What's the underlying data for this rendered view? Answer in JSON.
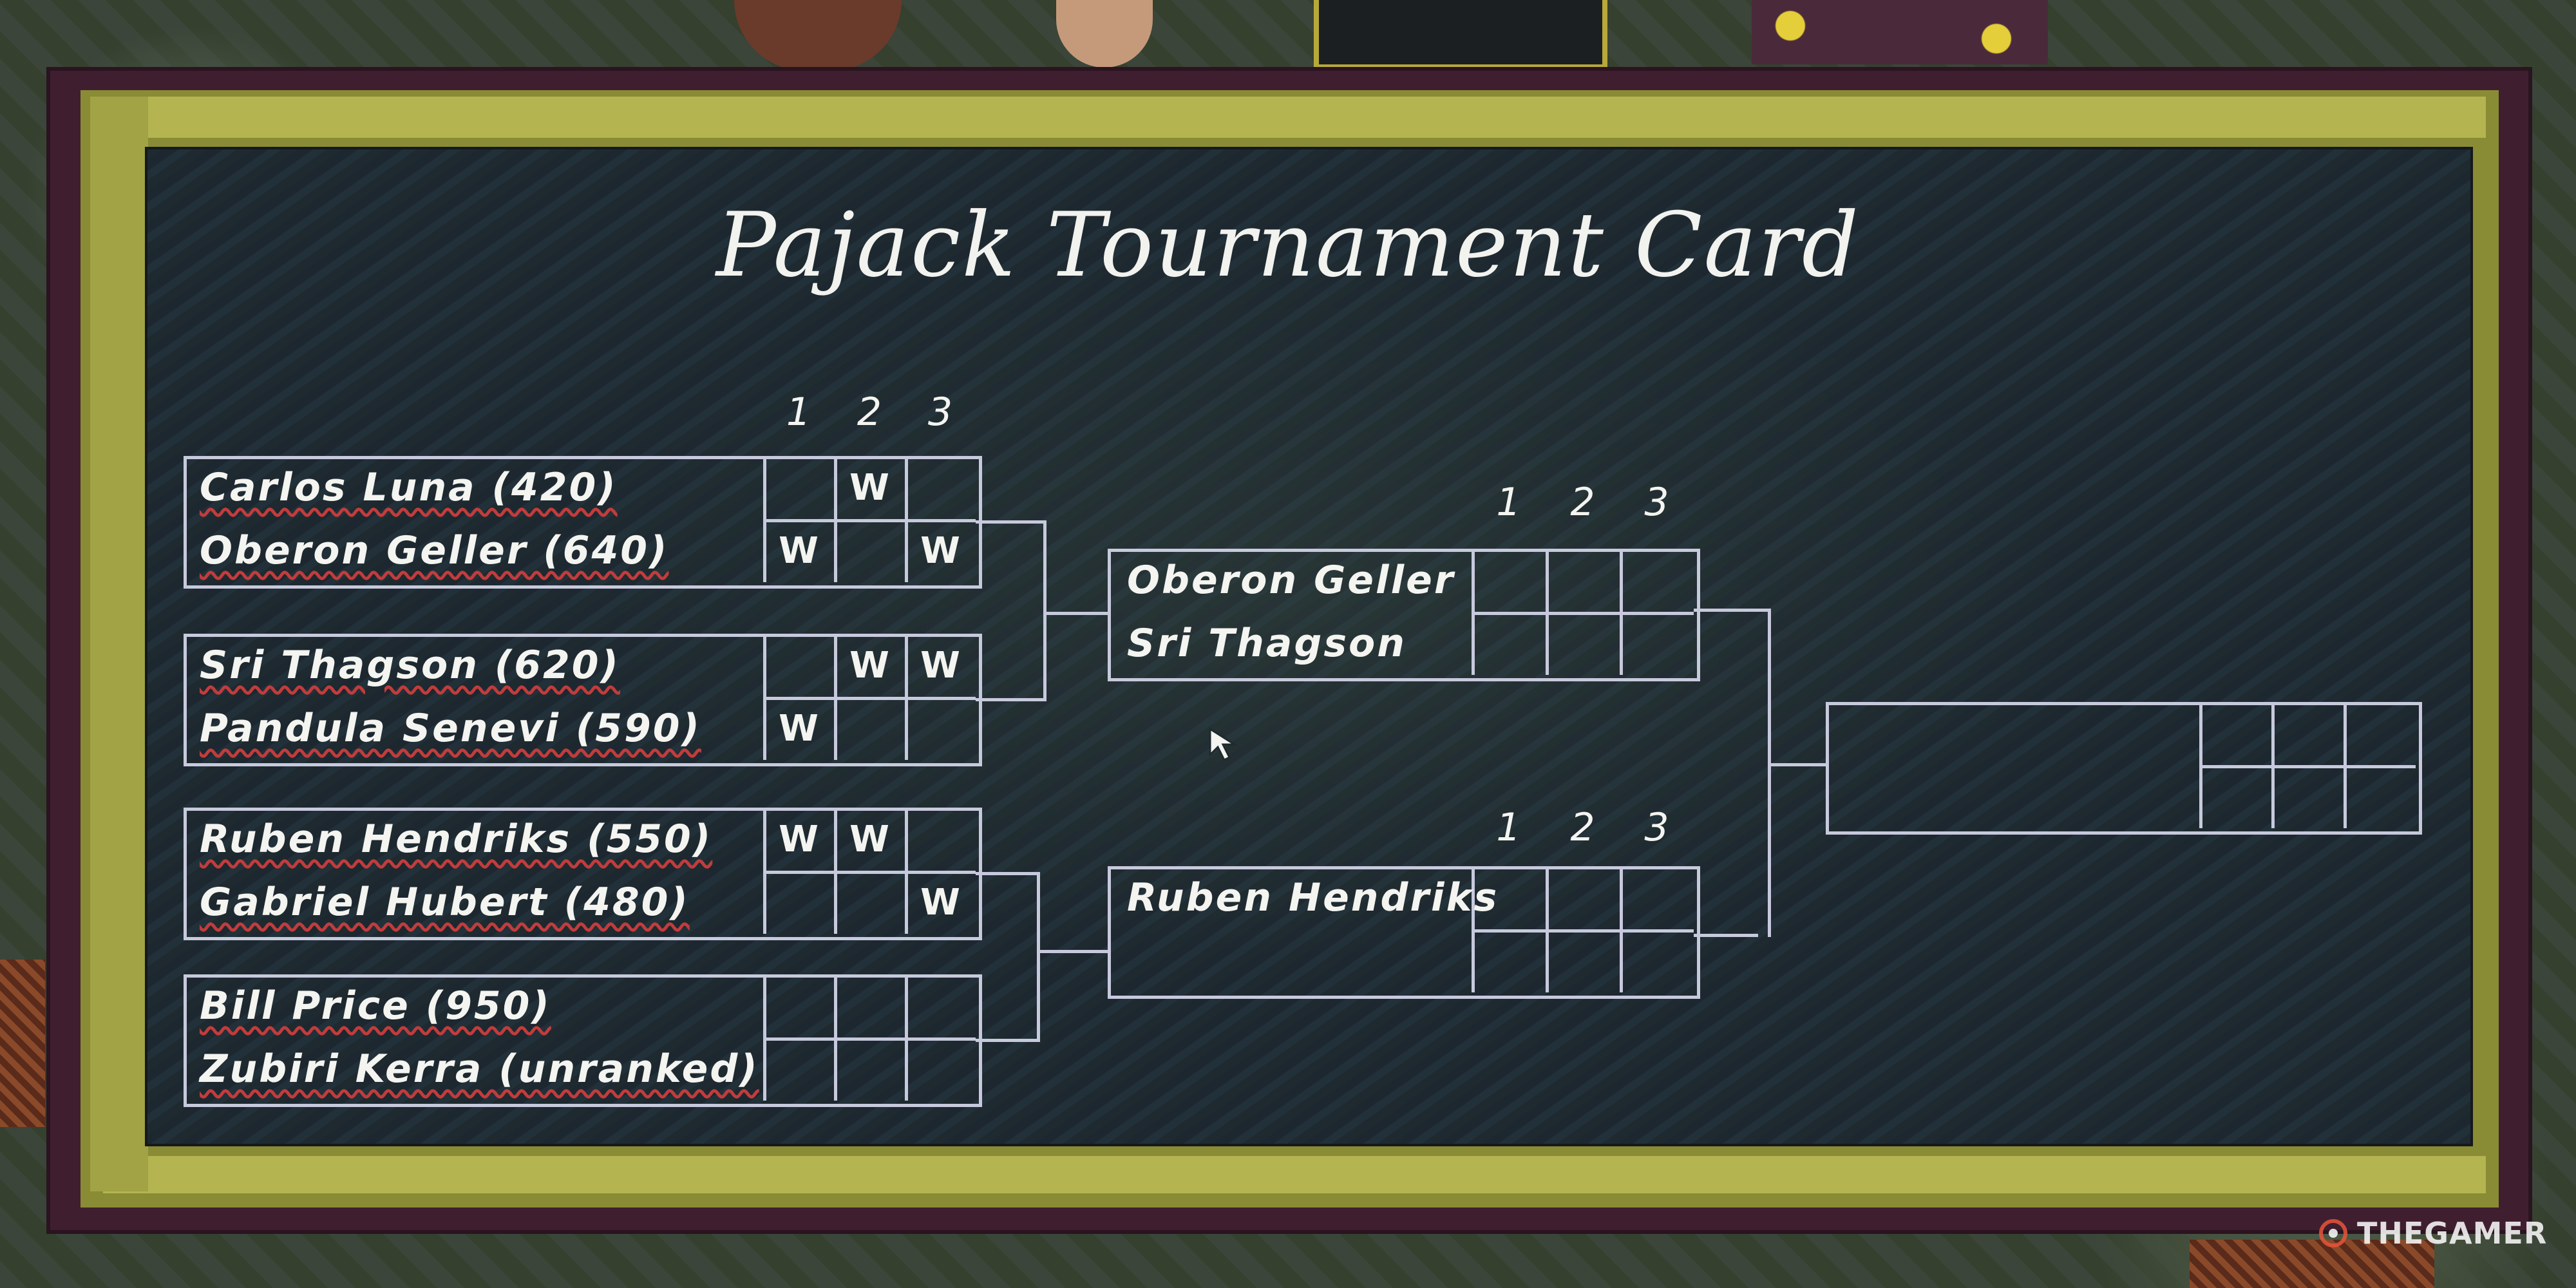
{
  "board": {
    "title": "Pajack Tournament Card",
    "game_labels": [
      "1",
      "2",
      "3"
    ]
  },
  "round1": [
    {
      "players": [
        "Carlos Luna (420)",
        "Oberon Geller (640)"
      ],
      "results": [
        [
          "",
          "W",
          ""
        ],
        [
          "W",
          "",
          "W"
        ]
      ]
    },
    {
      "players": [
        "Sri Thagson (620)",
        "Pandula Senevi  (590)"
      ],
      "results": [
        [
          "",
          "W",
          "W"
        ],
        [
          "W",
          "",
          ""
        ]
      ]
    },
    {
      "players": [
        "Ruben Hendriks (550)",
        "Gabriel Hubert (480)"
      ],
      "results": [
        [
          "W",
          "W",
          ""
        ],
        [
          "",
          "",
          "W"
        ]
      ]
    },
    {
      "players": [
        "Bill Price (950)",
        "Zubiri Kerra (unranked)"
      ],
      "results": [
        [
          "",
          "",
          ""
        ],
        [
          "",
          "",
          ""
        ]
      ]
    }
  ],
  "semifinals": [
    {
      "players": [
        "Oberon Geller",
        "Sri Thagson"
      ],
      "results": [
        [
          "",
          "",
          ""
        ],
        [
          "",
          "",
          ""
        ]
      ]
    },
    {
      "players": [
        "Ruben Hendriks",
        ""
      ],
      "results": [
        [
          "",
          "",
          ""
        ],
        [
          "",
          "",
          ""
        ]
      ]
    }
  ],
  "final": {
    "players": [
      "",
      ""
    ],
    "results": [
      [
        "",
        "",
        ""
      ],
      [
        "",
        "",
        ""
      ]
    ]
  },
  "watermark": {
    "text": "THEGAMER"
  },
  "colors": {
    "chalk": "#f4f4f0",
    "frame_gold": "#b4b451",
    "frame_plum": "#3f1f2f",
    "board": "#1e2a2f",
    "underline_red": "#c23c3c",
    "lines": "#c7c9dc"
  }
}
